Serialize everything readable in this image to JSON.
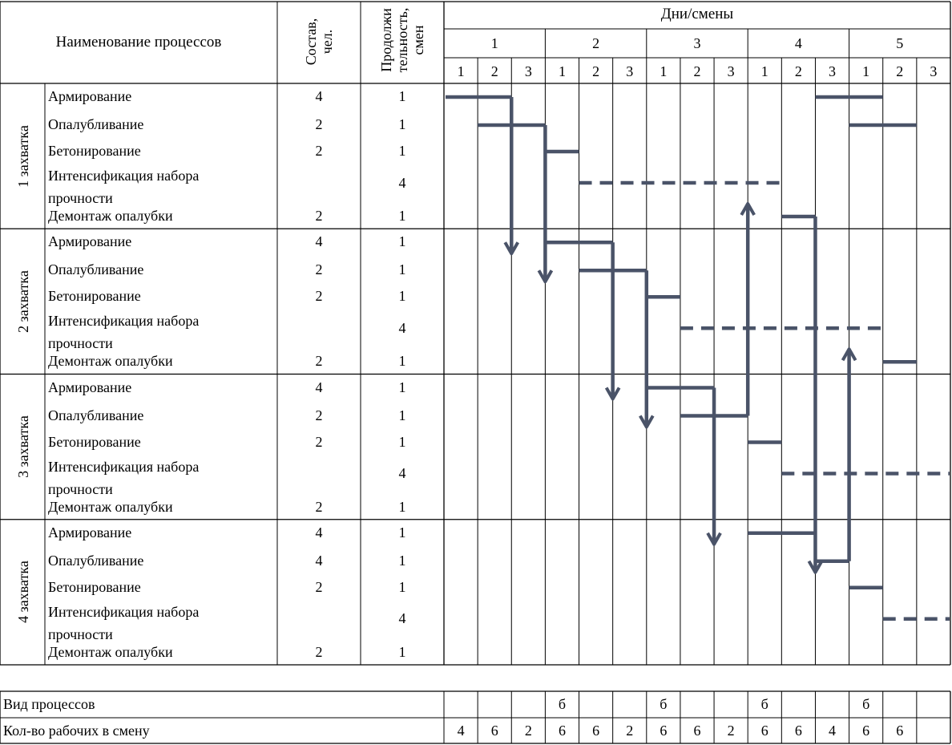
{
  "header": {
    "process_name": "Наименование процессов",
    "composition_line1": "Состав,",
    "composition_line2": "чел.",
    "duration_line1": "Продолжи",
    "duration_line2": "тельность,",
    "duration_line3": "смен",
    "days_shifts": "Дни/смены",
    "days": [
      "1",
      "2",
      "3",
      "4",
      "5"
    ],
    "shifts": [
      "1",
      "2",
      "3"
    ]
  },
  "sections": [
    {
      "label": "1 захватка",
      "rows": [
        {
          "name": "Армирование",
          "workers": "4",
          "duration": "1"
        },
        {
          "name": "Опалубливание",
          "workers": "2",
          "duration": "1"
        },
        {
          "name": "Бетонирование",
          "workers": "2",
          "duration": "1"
        },
        {
          "name": "Интенсификация набора",
          "name2": "прочности",
          "workers": "",
          "duration": "4"
        },
        {
          "name": "Демонтаж опалубки",
          "workers": "2",
          "duration": "1"
        }
      ]
    },
    {
      "label": "2 захватка",
      "rows": [
        {
          "name": "Армирование",
          "workers": "4",
          "duration": "1"
        },
        {
          "name": "Опалубливание",
          "workers": "2",
          "duration": "1"
        },
        {
          "name": "Бетонирование",
          "workers": "2",
          "duration": "1"
        },
        {
          "name": "Интенсификация набора",
          "name2": "прочности",
          "workers": "",
          "duration": "4"
        },
        {
          "name": "Демонтаж опалубки",
          "workers": "2",
          "duration": "1"
        }
      ]
    },
    {
      "label": "3 захватка",
      "rows": [
        {
          "name": "Армирование",
          "workers": "4",
          "duration": "1"
        },
        {
          "name": "Опалубливание",
          "workers": "2",
          "duration": "1"
        },
        {
          "name": "Бетонирование",
          "workers": "2",
          "duration": "1"
        },
        {
          "name": "Интенсификация набора",
          "name2": "прочности",
          "workers": "",
          "duration": "4"
        },
        {
          "name": "Демонтаж опалубки",
          "workers": "2",
          "duration": "1"
        }
      ]
    },
    {
      "label": "4 захватка",
      "rows": [
        {
          "name": "Армирование",
          "workers": "4",
          "duration": "1"
        },
        {
          "name": "Опалубливание",
          "workers": "4",
          "duration": "1"
        },
        {
          "name": "Бетонирование",
          "workers": "2",
          "duration": "1"
        },
        {
          "name": "Интенсификация набора",
          "name2": "прочности",
          "workers": "",
          "duration": "4"
        },
        {
          "name": "Демонтаж опалубки",
          "workers": "2",
          "duration": "1"
        }
      ]
    }
  ],
  "schedule": {
    "bars": [
      {
        "row": 0,
        "start": 0,
        "end": 2
      },
      {
        "row": 1,
        "start": 1,
        "end": 3
      },
      {
        "row": 2,
        "start": 3,
        "end": 4
      },
      {
        "row": 3,
        "start": 4,
        "end": 10,
        "dashed": true
      },
      {
        "row": 4,
        "start": 10,
        "end": 11
      },
      {
        "row": 0,
        "start": 11,
        "end": 13
      },
      {
        "row": 1,
        "start": 12,
        "end": 14
      },
      {
        "row": 5,
        "start": 3,
        "end": 5
      },
      {
        "row": 6,
        "start": 4,
        "end": 6
      },
      {
        "row": 7,
        "start": 6,
        "end": 7
      },
      {
        "row": 8,
        "start": 7,
        "end": 13,
        "dashed": true
      },
      {
        "row": 9,
        "start": 13,
        "end": 14
      },
      {
        "row": 10,
        "start": 6,
        "end": 8
      },
      {
        "row": 11,
        "start": 7,
        "end": 9
      },
      {
        "row": 12,
        "start": 9,
        "end": 10
      },
      {
        "row": 13,
        "start": 10,
        "end": 15,
        "dashed": true
      },
      {
        "row": 15,
        "start": 9,
        "end": 11
      },
      {
        "row": 16,
        "start": 11,
        "end": 12
      },
      {
        "row": 17,
        "start": 12,
        "end": 13
      },
      {
        "row": 18,
        "start": 13,
        "end": 15,
        "dashed": true
      }
    ],
    "arrows": [
      {
        "at": 2,
        "from_row": 0,
        "to_row": 5,
        "dir": "down"
      },
      {
        "at": 3,
        "from_row": 1,
        "to_row": 6,
        "dir": "down"
      },
      {
        "at": 5,
        "from_row": 5,
        "to_row": 10,
        "dir": "down"
      },
      {
        "at": 6,
        "from_row": 6,
        "to_row": 11,
        "dir": "down"
      },
      {
        "at": 8,
        "from_row": 10,
        "to_row": 15,
        "dir": "down"
      },
      {
        "at": 9,
        "from_row": 11,
        "to_row": 4,
        "dir": "up"
      },
      {
        "at": 11,
        "from_row": 4,
        "to_row": 16,
        "dir": "down"
      },
      {
        "at": 12,
        "from_row": 16,
        "to_row": 9,
        "dir": "up"
      }
    ],
    "line_color": "#4a5368"
  },
  "footer": {
    "process_type_label": "Вид процессов",
    "process_type_values": [
      "",
      "",
      "",
      "б",
      "",
      "",
      "б",
      "",
      "",
      "б",
      "",
      "",
      "б",
      "",
      ""
    ],
    "workers_label": "Кол-во рабочих в смену",
    "workers_values": [
      "4",
      "6",
      "2",
      "6",
      "6",
      "2",
      "6",
      "6",
      "2",
      "6",
      "6",
      "4",
      "6",
      "6",
      ""
    ]
  }
}
